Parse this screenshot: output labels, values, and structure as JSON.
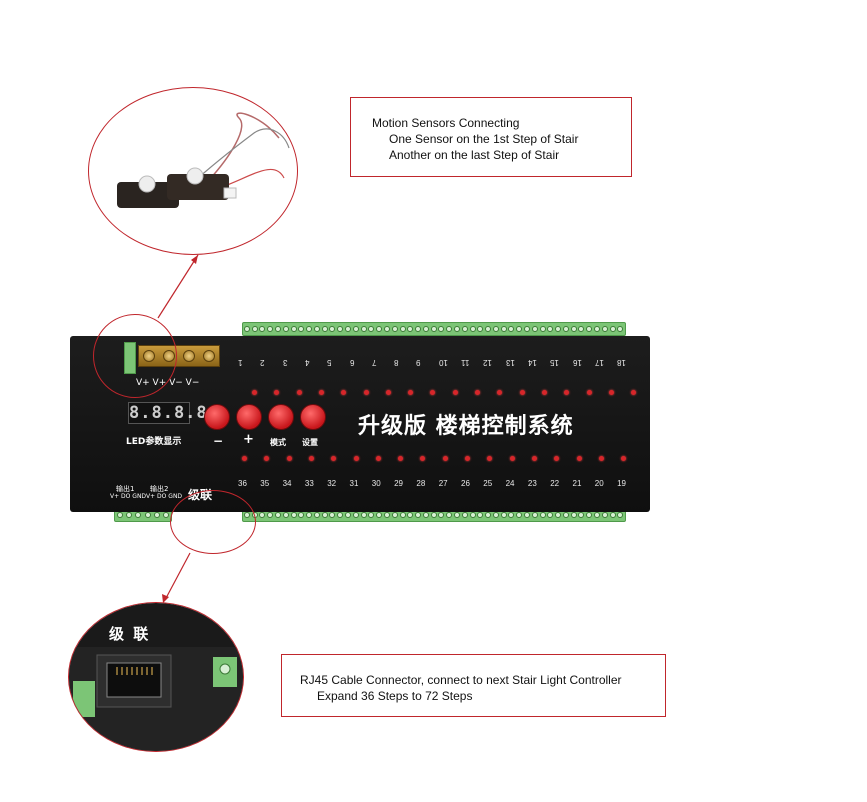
{
  "sensor_callout": {
    "line1": "Motion Sensors Connecting",
    "line2": "One Sensor on the 1st Step of Stair",
    "line3": "Another on the last Step of Stair"
  },
  "rj45_callout": {
    "line1": "RJ45 Cable Connector, connect to next Stair Light Controller",
    "line2": "Expand 36 Steps to 72 Steps"
  },
  "board": {
    "title": "升级版 楼梯控制系统",
    "display_value": "8.8.8.8",
    "display_label": "LED参数显示",
    "btn_minus": "−",
    "btn_plus": "+",
    "btn_mode": "模式",
    "btn_set": "设置",
    "cascade_label": "级联",
    "power_labels": "V+ V+ V− V−",
    "out1_label": "输出1",
    "out2_label": "输出2",
    "out_sub": "V+ DO GND",
    "top_numbers": [
      "1",
      "2",
      "3",
      "4",
      "5",
      "6",
      "7",
      "8",
      "9",
      "10",
      "11",
      "12",
      "13",
      "14",
      "15",
      "16",
      "17",
      "18"
    ],
    "bottom_numbers": [
      "36",
      "35",
      "34",
      "33",
      "32",
      "31",
      "30",
      "29",
      "28",
      "27",
      "26",
      "25",
      "24",
      "23",
      "22",
      "21",
      "20",
      "19"
    ]
  },
  "rj45_zoom": {
    "label": "级 联"
  },
  "colors": {
    "callout_border": "#c0262c",
    "board_body": "#141414",
    "led": "#d7262a",
    "terminal_green": "#7cc576"
  }
}
